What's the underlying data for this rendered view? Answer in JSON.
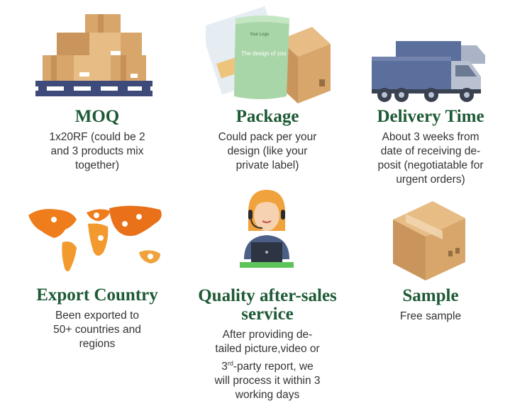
{
  "cards": {
    "moq": {
      "title": "MOQ",
      "desc_lines": [
        "1x20RF (could be 2",
        "and 3 products mix",
        "together)"
      ]
    },
    "package": {
      "title": "Package",
      "desc_lines": [
        "Could pack per your",
        "design (like your",
        "private label)"
      ],
      "bag_text_small": "Your Logo",
      "bag_text": "The design of you"
    },
    "delivery": {
      "title": "Delivery Time",
      "desc_lines": [
        "About 3 weeks from",
        "date of receiving de-",
        "posit (negotiatable for",
        "urgent orders)"
      ]
    },
    "export": {
      "title": "Export Country",
      "desc_lines": [
        "Been exported to",
        "50+ countries and",
        "regions"
      ]
    },
    "quality": {
      "title_lines": [
        "Quality after-sales",
        "service"
      ],
      "desc_lines": [
        "After providing de-",
        "tailed picture,video or"
      ],
      "desc_third_prefix": "3",
      "desc_third_sup": "rd",
      "desc_third_rest": "-party report, we",
      "desc_lines_end": [
        "will process it within 3",
        "working days"
      ]
    },
    "sample": {
      "title": "Sample",
      "desc_lines": [
        "Free sample"
      ]
    }
  },
  "colors": {
    "title": "#1d5a35",
    "text": "#333333",
    "box": "#d7a66e",
    "truck": "#5b6f9c",
    "map": "#ef7d1c"
  },
  "icons": [
    "pallet-boxes-icon",
    "package-bag-icon",
    "trucks-icon",
    "world-map-icon",
    "support-agent-icon",
    "sample-box-icon"
  ]
}
